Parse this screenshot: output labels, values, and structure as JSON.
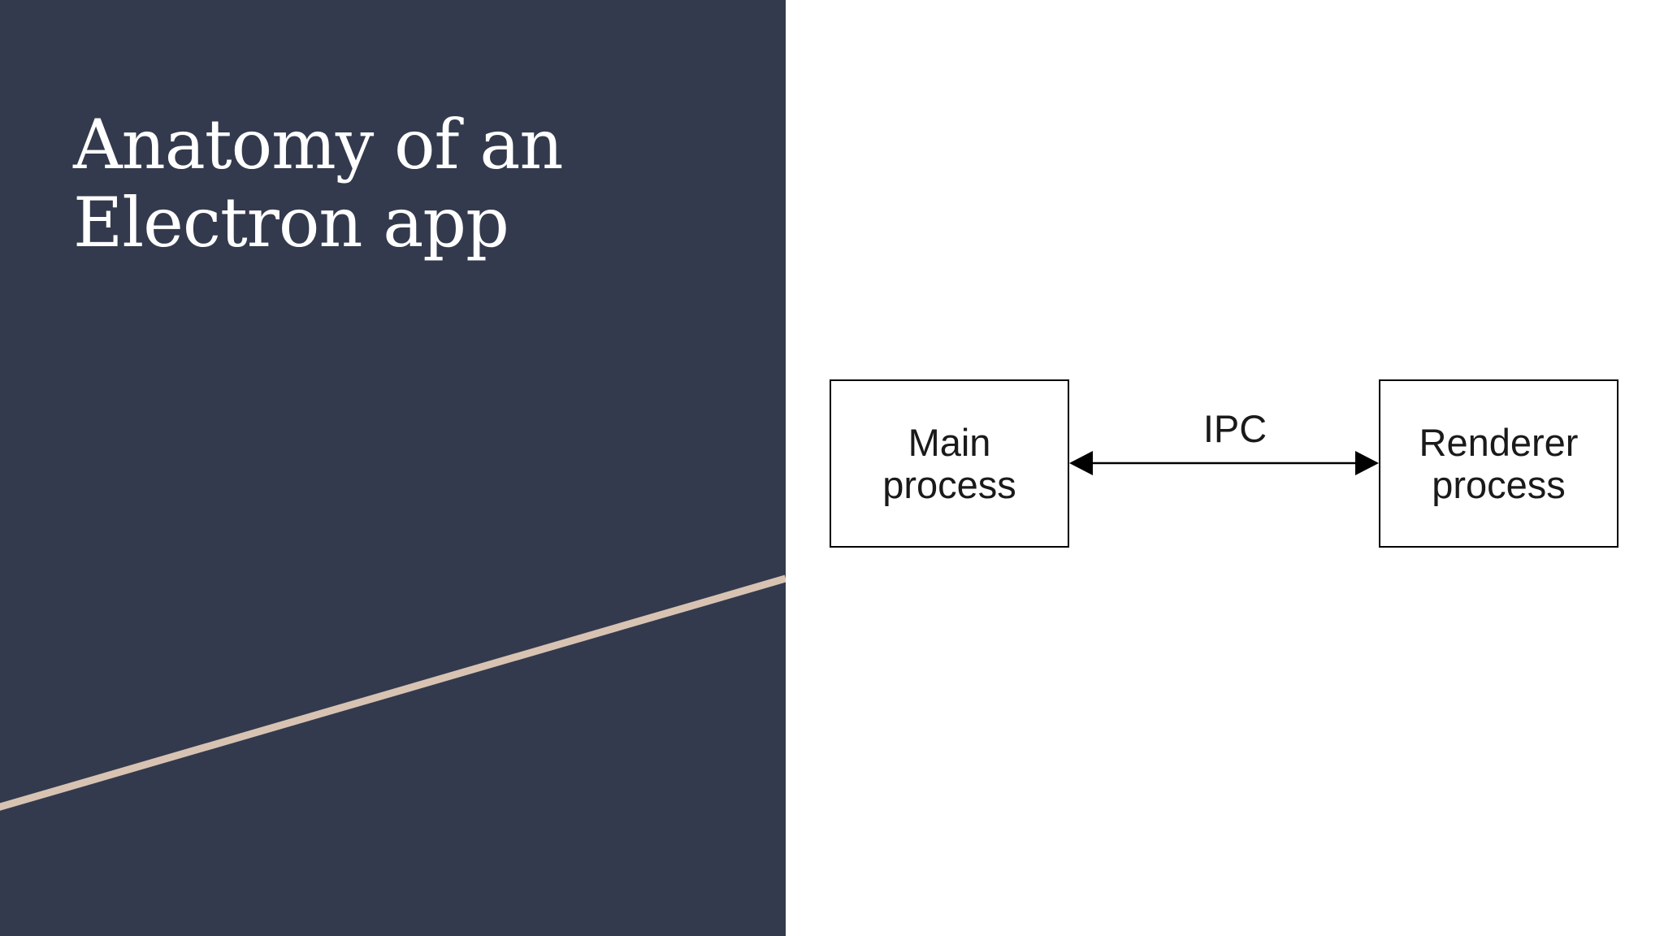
{
  "slide": {
    "title_lines": [
      "Anatomy of an",
      "Electron app"
    ],
    "colors": {
      "panel_background": "#343a4d",
      "accent_stripe": "#d8c3b3",
      "title_text": "#ffffff",
      "diagram_stroke": "#000000"
    }
  },
  "diagram": {
    "nodes": [
      {
        "id": "main",
        "label_lines": [
          "Main",
          "process"
        ]
      },
      {
        "id": "renderer",
        "label_lines": [
          "Renderer",
          "process"
        ]
      }
    ],
    "edge": {
      "from": "main",
      "to": "renderer",
      "label": "IPC",
      "direction": "bidirectional",
      "icons": [
        "arrowhead-left-icon",
        "arrowhead-right-icon"
      ]
    }
  }
}
